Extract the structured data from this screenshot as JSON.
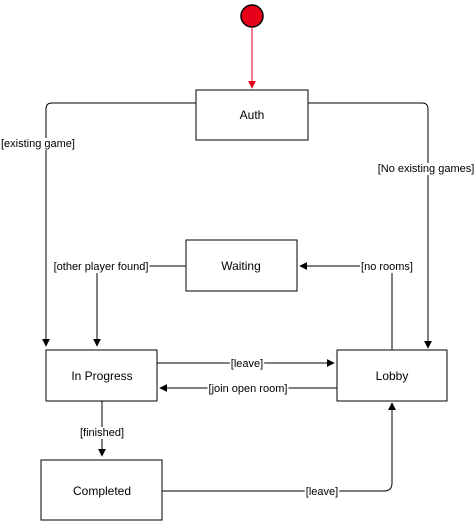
{
  "colors": {
    "initial_fill": "#e6001a",
    "initial_outline": "#000000",
    "initial_arrow": "#e6001a",
    "line": "#000000",
    "box_border": "#000000",
    "box_fill": "#ffffff"
  },
  "states": {
    "auth": "Auth",
    "waiting": "Waiting",
    "in_progress": "In Progress",
    "lobby": "Lobby",
    "completed": "Completed"
  },
  "transitions": {
    "existing_game": "[existing game]",
    "no_existing_games": "[No existing games]",
    "other_player_found": "[other player found]",
    "no_rooms": "[no rooms]",
    "leave_to_lobby": "[leave]",
    "join_open_room": "[join open room]",
    "finished": "[finished]",
    "completed_leave": "[leave]"
  }
}
